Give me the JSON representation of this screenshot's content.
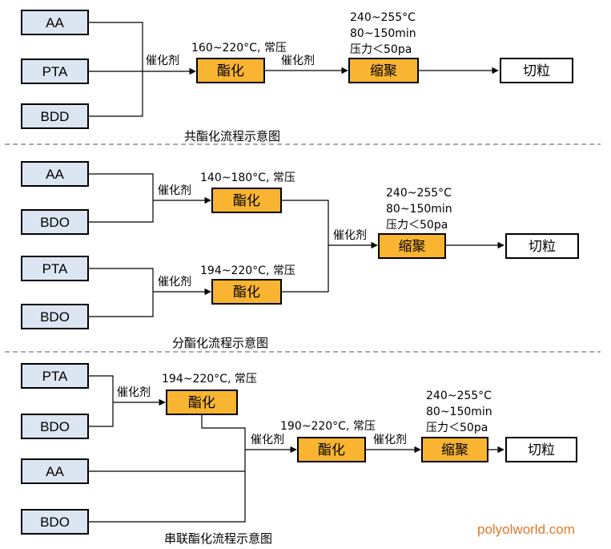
{
  "sections": [
    {
      "caption": "共酯化流程示意图",
      "feeds": [
        "AA",
        "PTA",
        "BDD"
      ],
      "catalyst_1": "催化剂",
      "esterify_cond": "160~220°C, 常压",
      "esterify": "酯化",
      "catalyst_2": "催化剂",
      "poly_cond": [
        "240~255°C",
        "80~150min",
        "压力＜50pa"
      ],
      "poly": "缩聚",
      "product": "切粒"
    },
    {
      "caption": "分酯化流程示意图",
      "feeds_a": [
        "AA",
        "BDO"
      ],
      "feeds_b": [
        "PTA",
        "BDO"
      ],
      "catalyst_a": "催化剂",
      "catalyst_b": "催化剂",
      "esterify_a_cond": "140~180°C, 常压",
      "esterify_a": "酯化",
      "esterify_b_cond": "194~220°C, 常压",
      "esterify_b": "酯化",
      "catalyst_merge": "催化剂",
      "poly_cond": [
        "240~255°C",
        "80~150min",
        "压力＜50pa"
      ],
      "poly": "缩聚",
      "product": "切粒"
    },
    {
      "caption": "串联酯化流程示意图",
      "feeds_a": [
        "PTA",
        "BDO"
      ],
      "feeds_b": [
        "AA",
        "BDO"
      ],
      "catalyst_1": "催化剂",
      "esterify_1_cond": "194~220°C, 常压",
      "esterify_1": "酯化",
      "catalyst_2": "催化剂",
      "esterify_2_cond": "190~220°C, 常压",
      "esterify_2": "酯化",
      "catalyst_3": "催化剂",
      "poly_cond": [
        "240~255°C",
        "80~150min",
        "压力＜50pa"
      ],
      "poly": "缩聚",
      "product": "切粒"
    }
  ],
  "watermark": "polyolworld.com"
}
